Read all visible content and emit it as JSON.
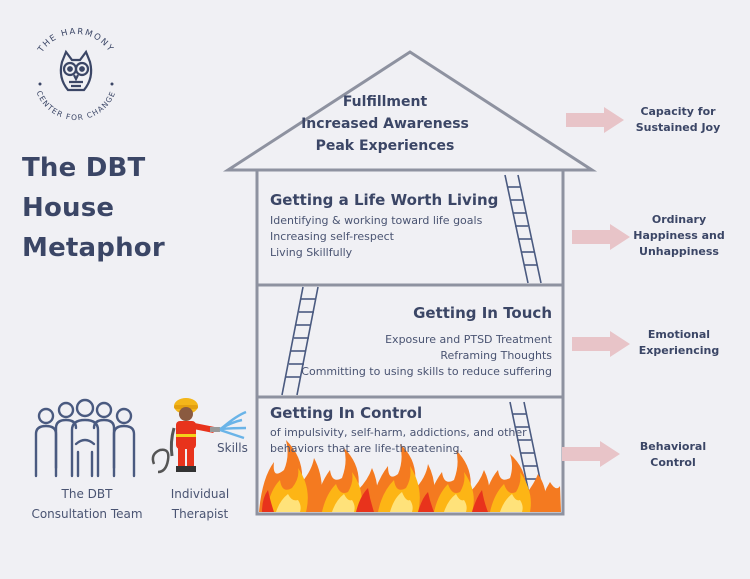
{
  "logo": {
    "top_text": "THE HARMONY",
    "bottom_text": "CENTER FOR CHANGE"
  },
  "title": [
    "The DBT",
    "House",
    "Metaphor"
  ],
  "roof": {
    "lines": [
      "Fulfillment",
      "Increased Awareness",
      "Peak Experiences"
    ]
  },
  "floors": {
    "top": {
      "title": "Getting a Life Worth Living",
      "lines": [
        "Identifying & working toward life goals",
        "Increasing self-respect",
        "Living Skillfully"
      ]
    },
    "middle": {
      "title": "Getting In Touch",
      "lines": [
        "Exposure and PTSD Treatment",
        "Reframing Thoughts",
        "Committing to using skills to reduce suffering"
      ]
    },
    "bottom": {
      "title": "Getting In Control",
      "lines": [
        "of impulsivity, self-harm, addictions, and other",
        "behaviors that are life-threatening."
      ]
    }
  },
  "outcomes": [
    [
      "Capacity for",
      "Sustained Joy"
    ],
    [
      "Ordinary",
      "Happiness and",
      "Unhappiness"
    ],
    [
      "Emotional",
      "Experiencing"
    ],
    [
      "Behavioral",
      "Control"
    ]
  ],
  "team": {
    "label": [
      "The DBT",
      "Consultation Team"
    ]
  },
  "therapist": {
    "skills_label": "Skills",
    "label": [
      "Individual",
      "Therapist"
    ]
  },
  "colors": {
    "navy": "#3b4666",
    "arrow": "#e8c4c8",
    "house_stroke": "#8e92a0",
    "background": "#f0f0f4"
  }
}
